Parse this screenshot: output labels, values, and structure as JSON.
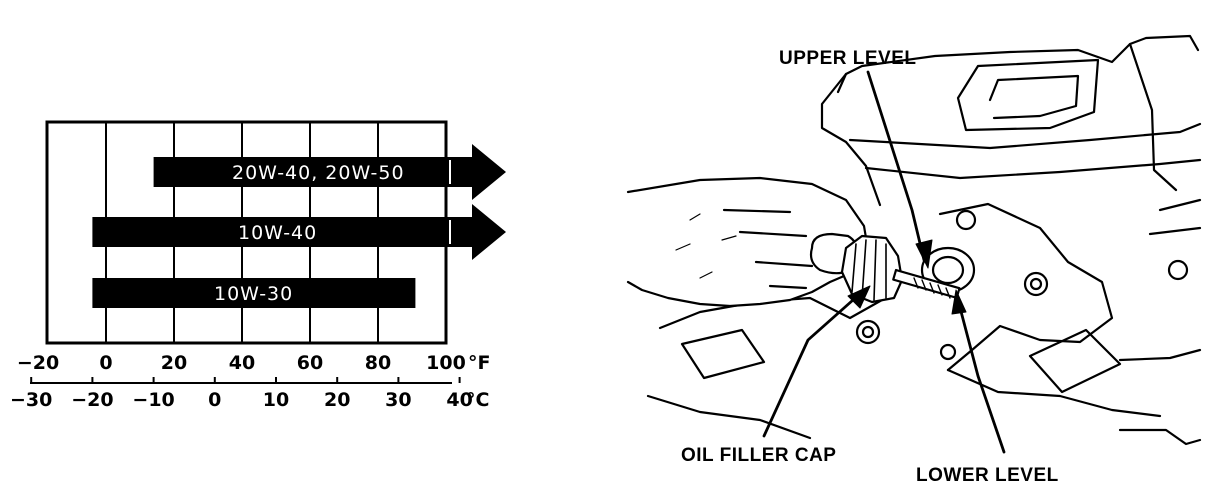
{
  "chart_data": {
    "type": "bar",
    "orientation": "horizontal-range",
    "series": [
      {
        "label": "20W-40, 20W-50",
        "from_f": 14,
        "to_f": 100,
        "open_ended": true
      },
      {
        "label": "10W-40",
        "from_f": -4,
        "to_f": 100,
        "open_ended": true
      },
      {
        "label": "10W-30",
        "from_f": -4,
        "to_f": 91,
        "open_ended": false
      }
    ],
    "axis_f": {
      "unit": "°F",
      "ticks": [
        {
          "v": -20,
          "label": "−20"
        },
        {
          "v": 0,
          "label": "0"
        },
        {
          "v": 20,
          "label": "20"
        },
        {
          "v": 40,
          "label": "40"
        },
        {
          "v": 60,
          "label": "60"
        },
        {
          "v": 80,
          "label": "80"
        },
        {
          "v": 100,
          "label": "100"
        }
      ],
      "grid_from": 0,
      "grid_to": 100,
      "frame_from": -20,
      "frame_to": 100
    },
    "axis_c": {
      "unit": "°C",
      "ticks": [
        {
          "v": -30,
          "label": "−30"
        },
        {
          "v": -20,
          "label": "−20"
        },
        {
          "v": -10,
          "label": "−10"
        },
        {
          "v": 0,
          "label": "0"
        },
        {
          "v": 10,
          "label": "10"
        },
        {
          "v": 20,
          "label": "20"
        },
        {
          "v": 30,
          "label": "30"
        },
        {
          "v": 40,
          "label": "40"
        }
      ]
    }
  },
  "illustration": {
    "callouts": {
      "upper_level": "UPPER LEVEL",
      "oil_filler_cap": "OIL FILLER CAP",
      "lower_level": "LOWER LEVEL"
    }
  }
}
